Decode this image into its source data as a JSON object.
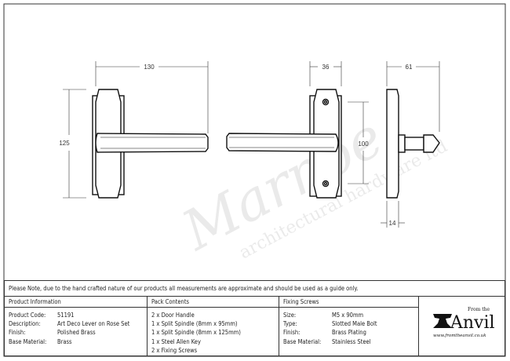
{
  "dimensions": {
    "handle_length": "130",
    "rose_height": "125",
    "rose_width": "36",
    "screw_centres": "100",
    "projection": "61",
    "rose_depth": "14"
  },
  "watermark": "Marnoe architectural hardware ltd",
  "note": "Please Note, due to the hand crafted nature of our products all measurements are approximate and should be used as a guide only.",
  "product_information": {
    "title": "Product Information",
    "rows": [
      {
        "label": "Product Code:",
        "value": "51191"
      },
      {
        "label": "Description:",
        "value": "Art Deco Lever on Rose Set"
      },
      {
        "label": "Finish:",
        "value": "Polished Brass"
      },
      {
        "label": "Base Material:",
        "value": "Brass"
      }
    ]
  },
  "pack_contents": {
    "title": "Pack Contents",
    "items": [
      "2 x Door Handle",
      "1 x Split Spindle (8mm x 95mm)",
      "1 x Split Spindle (8mm x 125mm)",
      "1 x Steel Allen Key",
      "2 x Fixing Screws"
    ]
  },
  "fixing_screws": {
    "title": "Fixing Screws",
    "rows": [
      {
        "label": "Size:",
        "value": "M5 x 90mm"
      },
      {
        "label": "Type:",
        "value": "Slotted Male Bolt"
      },
      {
        "label": "Finish:",
        "value": "Brass Plating"
      },
      {
        "label": "Base Material:",
        "value": "Stainless Steel"
      }
    ]
  },
  "logo": {
    "from": "From the",
    "brand": "Anvil",
    "url": "www.fromtheanvil.co.uk"
  }
}
